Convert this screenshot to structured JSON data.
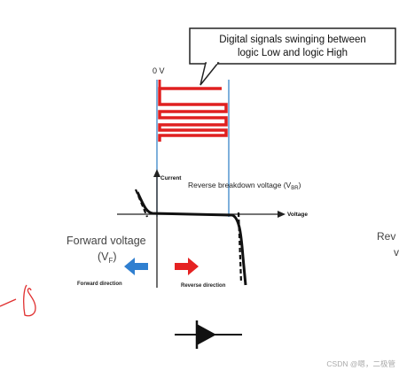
{
  "callout": {
    "line1": "Digital signals swinging between",
    "line2": "logic Low and logic High"
  },
  "labels": {
    "zero_volt": "0 V",
    "current": "Current",
    "voltage": "Voltage",
    "reverse_breakdown_prefix": "Reverse breakdown voltage (V",
    "reverse_breakdown_sub": "BR",
    "reverse_breakdown_suffix": ")",
    "forward_voltage_line1": "Forward voltage",
    "forward_voltage_open": "(V",
    "forward_voltage_sub": "F",
    "forward_voltage_close": ")",
    "forward_direction": "Forward direction",
    "reverse_direction": "Reverse direction",
    "cut_off_right_line1": "Rev",
    "cut_off_right_line2": "v",
    "watermark": "CSDN @嗯，二极管"
  },
  "colors": {
    "signal_red": "#e02020",
    "guide_blue": "#3a86c8",
    "forward_arrow_blue": "#2f7fd0",
    "reverse_arrow_red": "#e52222",
    "annotation_red": "#e03030",
    "watermark_gray": "#aaaaaa"
  },
  "icons": {
    "diode": "diode-symbol-icon",
    "forward_arrow": "left-arrow-icon",
    "reverse_arrow": "right-arrow-icon",
    "marker": "red-hand-drawn-mark-icon"
  }
}
